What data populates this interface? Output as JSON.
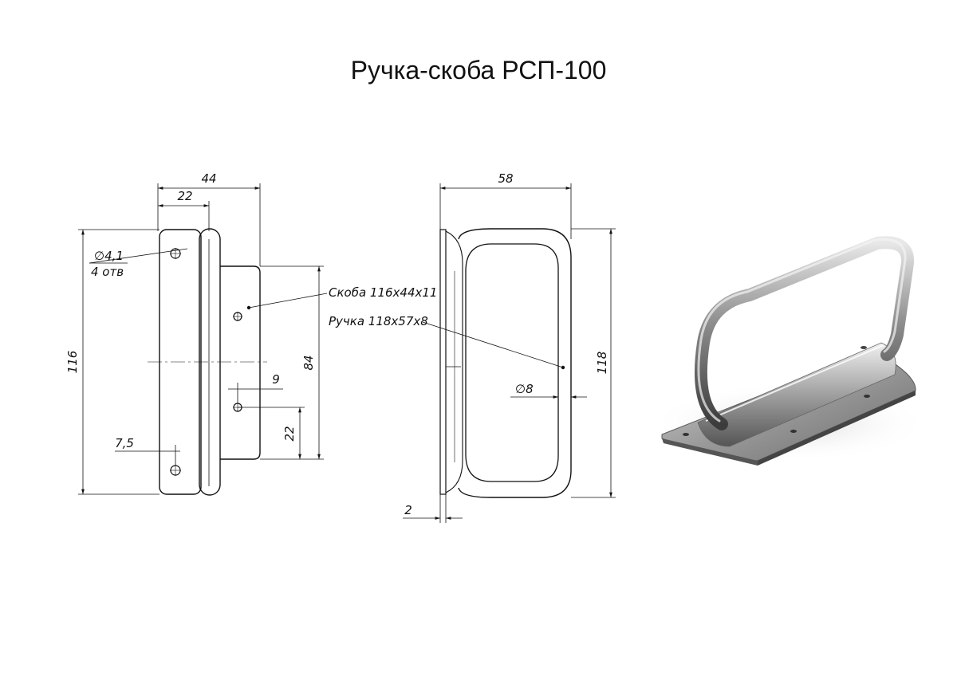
{
  "title": "Ручка-скоба РСП-100",
  "side_view": {
    "dim_width_total": "44",
    "dim_width_half": "22",
    "dim_height_total": "116",
    "dim_hole_dia": "∅4,1",
    "dim_hole_count": "4 отв",
    "dim_hole_spacing": "84",
    "dim_hole_offset_x": "9",
    "dim_hole_offset_y": "22",
    "dim_edge_offset": "7,5"
  },
  "front_view": {
    "dim_width": "58",
    "dim_height": "118",
    "dim_rod_dia": "∅8",
    "dim_thickness": "2",
    "label_bracket": "Скоба 116х44х11",
    "label_handle": "Ручка 118х57х8"
  },
  "colors": {
    "line": "#111111",
    "metal_dark": "#4a4a4a",
    "metal_mid": "#8a8a8a",
    "metal_light": "#d4d4d4"
  }
}
